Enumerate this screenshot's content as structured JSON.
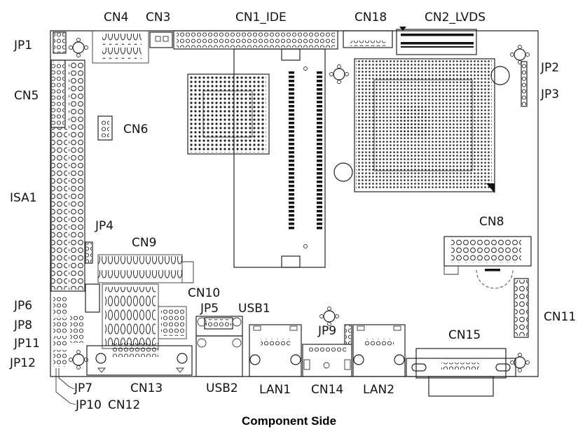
{
  "caption": "Component Side",
  "labels": {
    "cn4": "CN4",
    "cn3": "CN3",
    "cn1_ide": "CN1_IDE",
    "cn18": "CN18",
    "cn2_lvds": "CN2_LVDS",
    "jp1": "JP1",
    "jp2": "JP2",
    "jp3": "JP3",
    "cn5": "CN5",
    "cn6": "CN6",
    "isa1": "ISA1",
    "jp4": "JP4",
    "cn9": "CN9",
    "cn8": "CN8",
    "cn10": "CN10",
    "jp5": "JP5",
    "usb1": "USB1",
    "jp6": "JP6",
    "jp8": "JP8",
    "jp11": "JP11",
    "jp12": "JP12",
    "jp9": "JP9",
    "cn11": "CN11",
    "cn15": "CN15",
    "jp7": "JP7",
    "jp10": "JP10",
    "cn12": "CN12",
    "cn13": "CN13",
    "usb2": "USB2",
    "lan1": "LAN1",
    "cn14": "CN14",
    "lan2": "LAN2"
  },
  "colors": {
    "ink": "#111111",
    "background": "#ffffff"
  }
}
